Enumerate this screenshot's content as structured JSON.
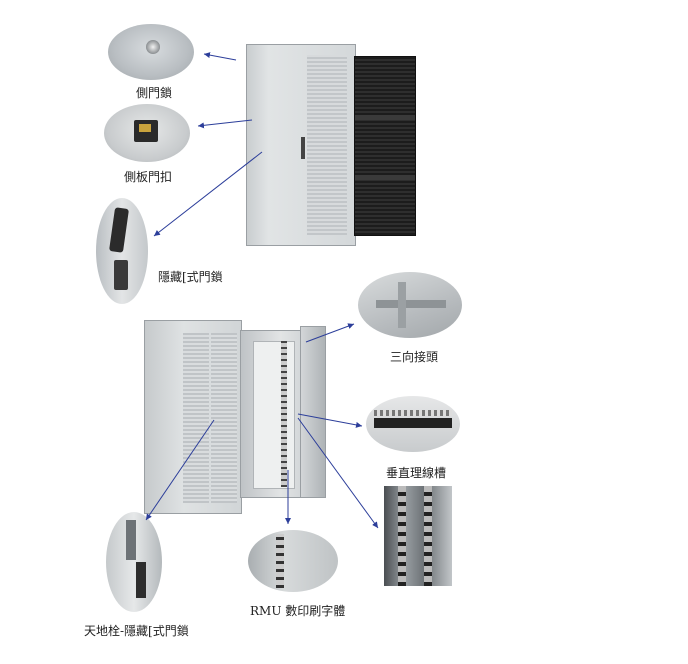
{
  "labels": {
    "side_lock": "側門鎖",
    "side_panel_latch": "側板門扣",
    "hidden_lock": "隱藏[式門鎖",
    "three_way_joint": "三向接頭",
    "vertical_cable_manager": "垂直理線槽",
    "rmu_print": "RMU 數印刷字體",
    "floor_bolt_lock": "天地栓-隱藏[式門鎖"
  }
}
